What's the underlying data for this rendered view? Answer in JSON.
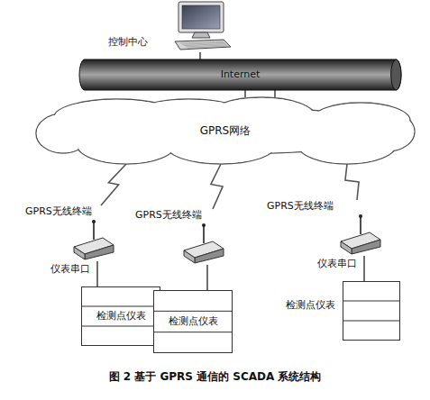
{
  "diagram": {
    "caption": "图 2  基于 GPRS 通信的 SCADA 系统结构",
    "nodes": [
      {
        "text": [
          "控制中心"
        ]
      },
      {
        "text": [
          "Internet"
        ]
      },
      {
        "text": [
          "GPRS网络"
        ]
      },
      {
        "text": [
          "GPRS无线终端",
          "仪表串口"
        ]
      },
      {
        "text": [
          "GPRS无线终端"
        ]
      },
      {
        "text": [
          "GPRS无线终端",
          "仪表串口"
        ]
      },
      {
        "text": [
          "检测点仪表"
        ]
      },
      {
        "text": [
          "检测点仪表"
        ]
      },
      {
        "text": [
          "检测点仪表"
        ]
      }
    ],
    "edges": [
      {
        "from": 0,
        "to": 1,
        "arrow": "none"
      },
      {
        "from": 1,
        "to": 2,
        "arrow": "none"
      },
      {
        "from": 1,
        "to": 2,
        "arrow": "none"
      },
      {
        "from": 2,
        "to": 3,
        "arrow": "none"
      },
      {
        "from": 2,
        "to": 4,
        "arrow": "none"
      },
      {
        "from": 2,
        "to": 5,
        "arrow": "none"
      },
      {
        "from": 3,
        "to": 6,
        "arrow": "none"
      },
      {
        "from": 4,
        "to": 7,
        "arrow": "none"
      },
      {
        "from": 5,
        "to": 8,
        "arrow": "none"
      }
    ]
  }
}
